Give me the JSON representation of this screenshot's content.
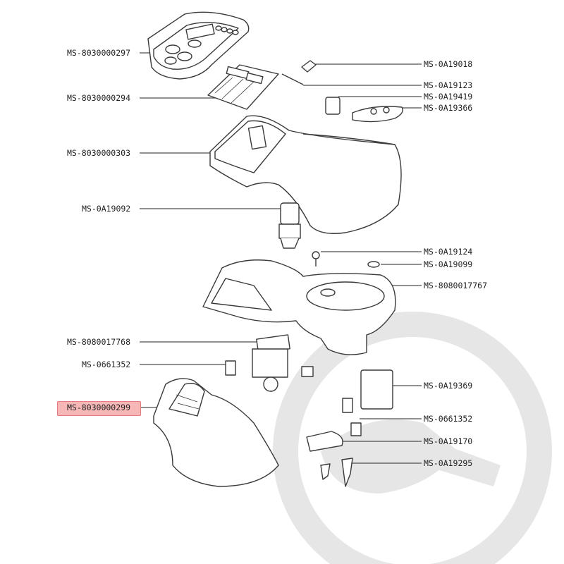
{
  "colors": {
    "outline": "#3a3a3a",
    "leader": "#222222",
    "part_fill": "#ffffff",
    "watermark": "#e6e6e6",
    "highlight": "#f7b7b7",
    "highlight_border": "#e57b7b"
  },
  "left_labels": [
    "MS-8030000297",
    "MS-8030000294",
    "MS-8030000303",
    "MS-0A19092",
    "MS-8080017768",
    "MS-0661352",
    "MS-8030000299"
  ],
  "right_labels": [
    "MS-0A19018",
    "MS-0A19123",
    "MS-0A19419",
    "MS-0A19366",
    "MS-0A19124",
    "MS-0A19099",
    "MS-8080017767",
    "MS-0A19369",
    "MS-0661352",
    "MS-0A19170",
    "MS-0A19295"
  ],
  "highlighted_label": "MS-8030000299",
  "watermark": "brand-logo-watermark"
}
